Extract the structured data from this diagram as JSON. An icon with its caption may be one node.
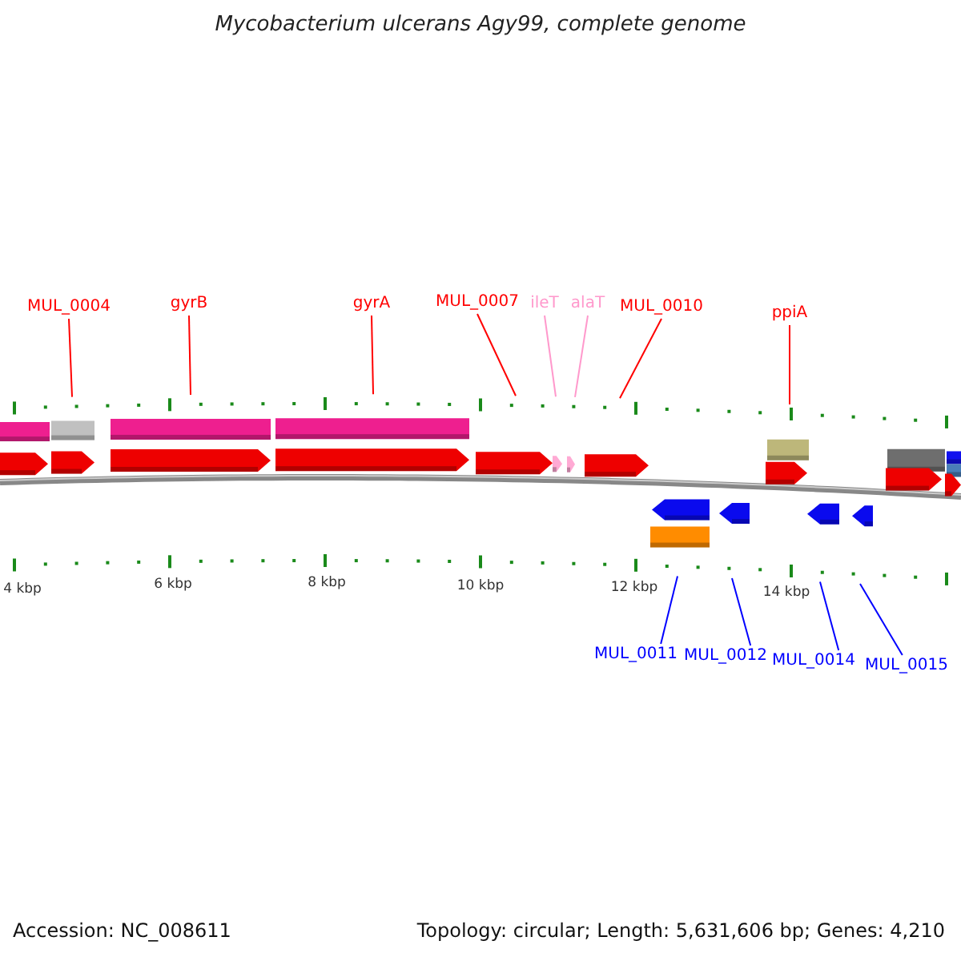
{
  "diagram": {
    "title": "Mycobacterium ulcerans Agy99, complete genome",
    "nodes": [
      {
        "text": [
          "MUL_0004"
        ]
      },
      {
        "text": [
          "gyrB"
        ]
      },
      {
        "text": [
          "gyrA"
        ]
      },
      {
        "text": [
          "MUL_0007"
        ]
      },
      {
        "text": [
          "ileT"
        ]
      },
      {
        "text": [
          "alaT"
        ]
      },
      {
        "text": [
          "MUL_0010"
        ]
      },
      {
        "text": [
          "ppiA"
        ]
      },
      {
        "text": [
          "MUL_0011"
        ]
      },
      {
        "text": [
          "MUL_0012"
        ]
      },
      {
        "text": [
          "MUL_0014"
        ]
      },
      {
        "text": [
          "MUL_0015"
        ]
      },
      {
        "text": [],
        "shape": "ring"
      },
      {
        "text": [],
        "shape": "ring"
      }
    ],
    "edges": [
      {
        "from": 0,
        "to": 12,
        "arrow": "none"
      },
      {
        "from": 1,
        "to": 12,
        "arrow": "none"
      },
      {
        "from": 2,
        "to": 12,
        "arrow": "none"
      },
      {
        "from": 3,
        "to": 12,
        "arrow": "none"
      },
      {
        "from": 4,
        "to": 12,
        "arrow": "none",
        "color": "#ff99cc"
      },
      {
        "from": 5,
        "to": 12,
        "arrow": "none",
        "color": "#ff99cc"
      },
      {
        "from": 6,
        "to": 12,
        "arrow": "none"
      },
      {
        "from": 7,
        "to": 12,
        "arrow": "none"
      },
      {
        "from": 8,
        "to": 13,
        "arrow": "none",
        "color": "#0000ff"
      },
      {
        "from": 9,
        "to": 13,
        "arrow": "none",
        "color": "#0000ff"
      },
      {
        "from": 10,
        "to": 13,
        "arrow": "none",
        "color": "#0000ff"
      },
      {
        "from": 11,
        "to": 13,
        "arrow": "none",
        "color": "#0000ff"
      }
    ],
    "labels": [
      "4 kbp",
      "6 kbp",
      "8 kbp",
      "10 kbp",
      "12 kbp",
      "14 kbp",
      "Accession: NC_008611",
      "Topology: circular; Length: 5,631,606 bp; Genes: 4,210"
    ]
  }
}
